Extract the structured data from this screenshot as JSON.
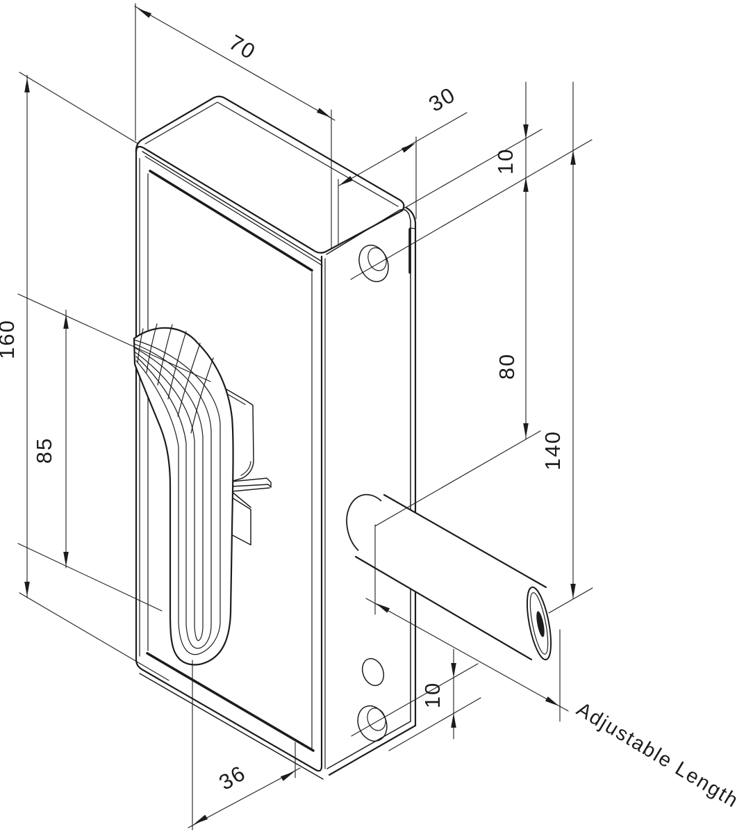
{
  "drawing": {
    "part_name": "gate-latch-isometric-drawing",
    "background_color": "#ffffff",
    "line_color": "#1c1c1c",
    "dims": {
      "body_width": "70",
      "plate_width": "30",
      "top_hole_offset": "10",
      "hole_to_bolt": "80",
      "hole_to_bolt_tip": "140",
      "bottom_hole_offset": "10",
      "body_depth": "36",
      "handle_height": "85",
      "body_height": "160"
    },
    "labels": {
      "bolt_length": "Adjustable Length"
    }
  }
}
